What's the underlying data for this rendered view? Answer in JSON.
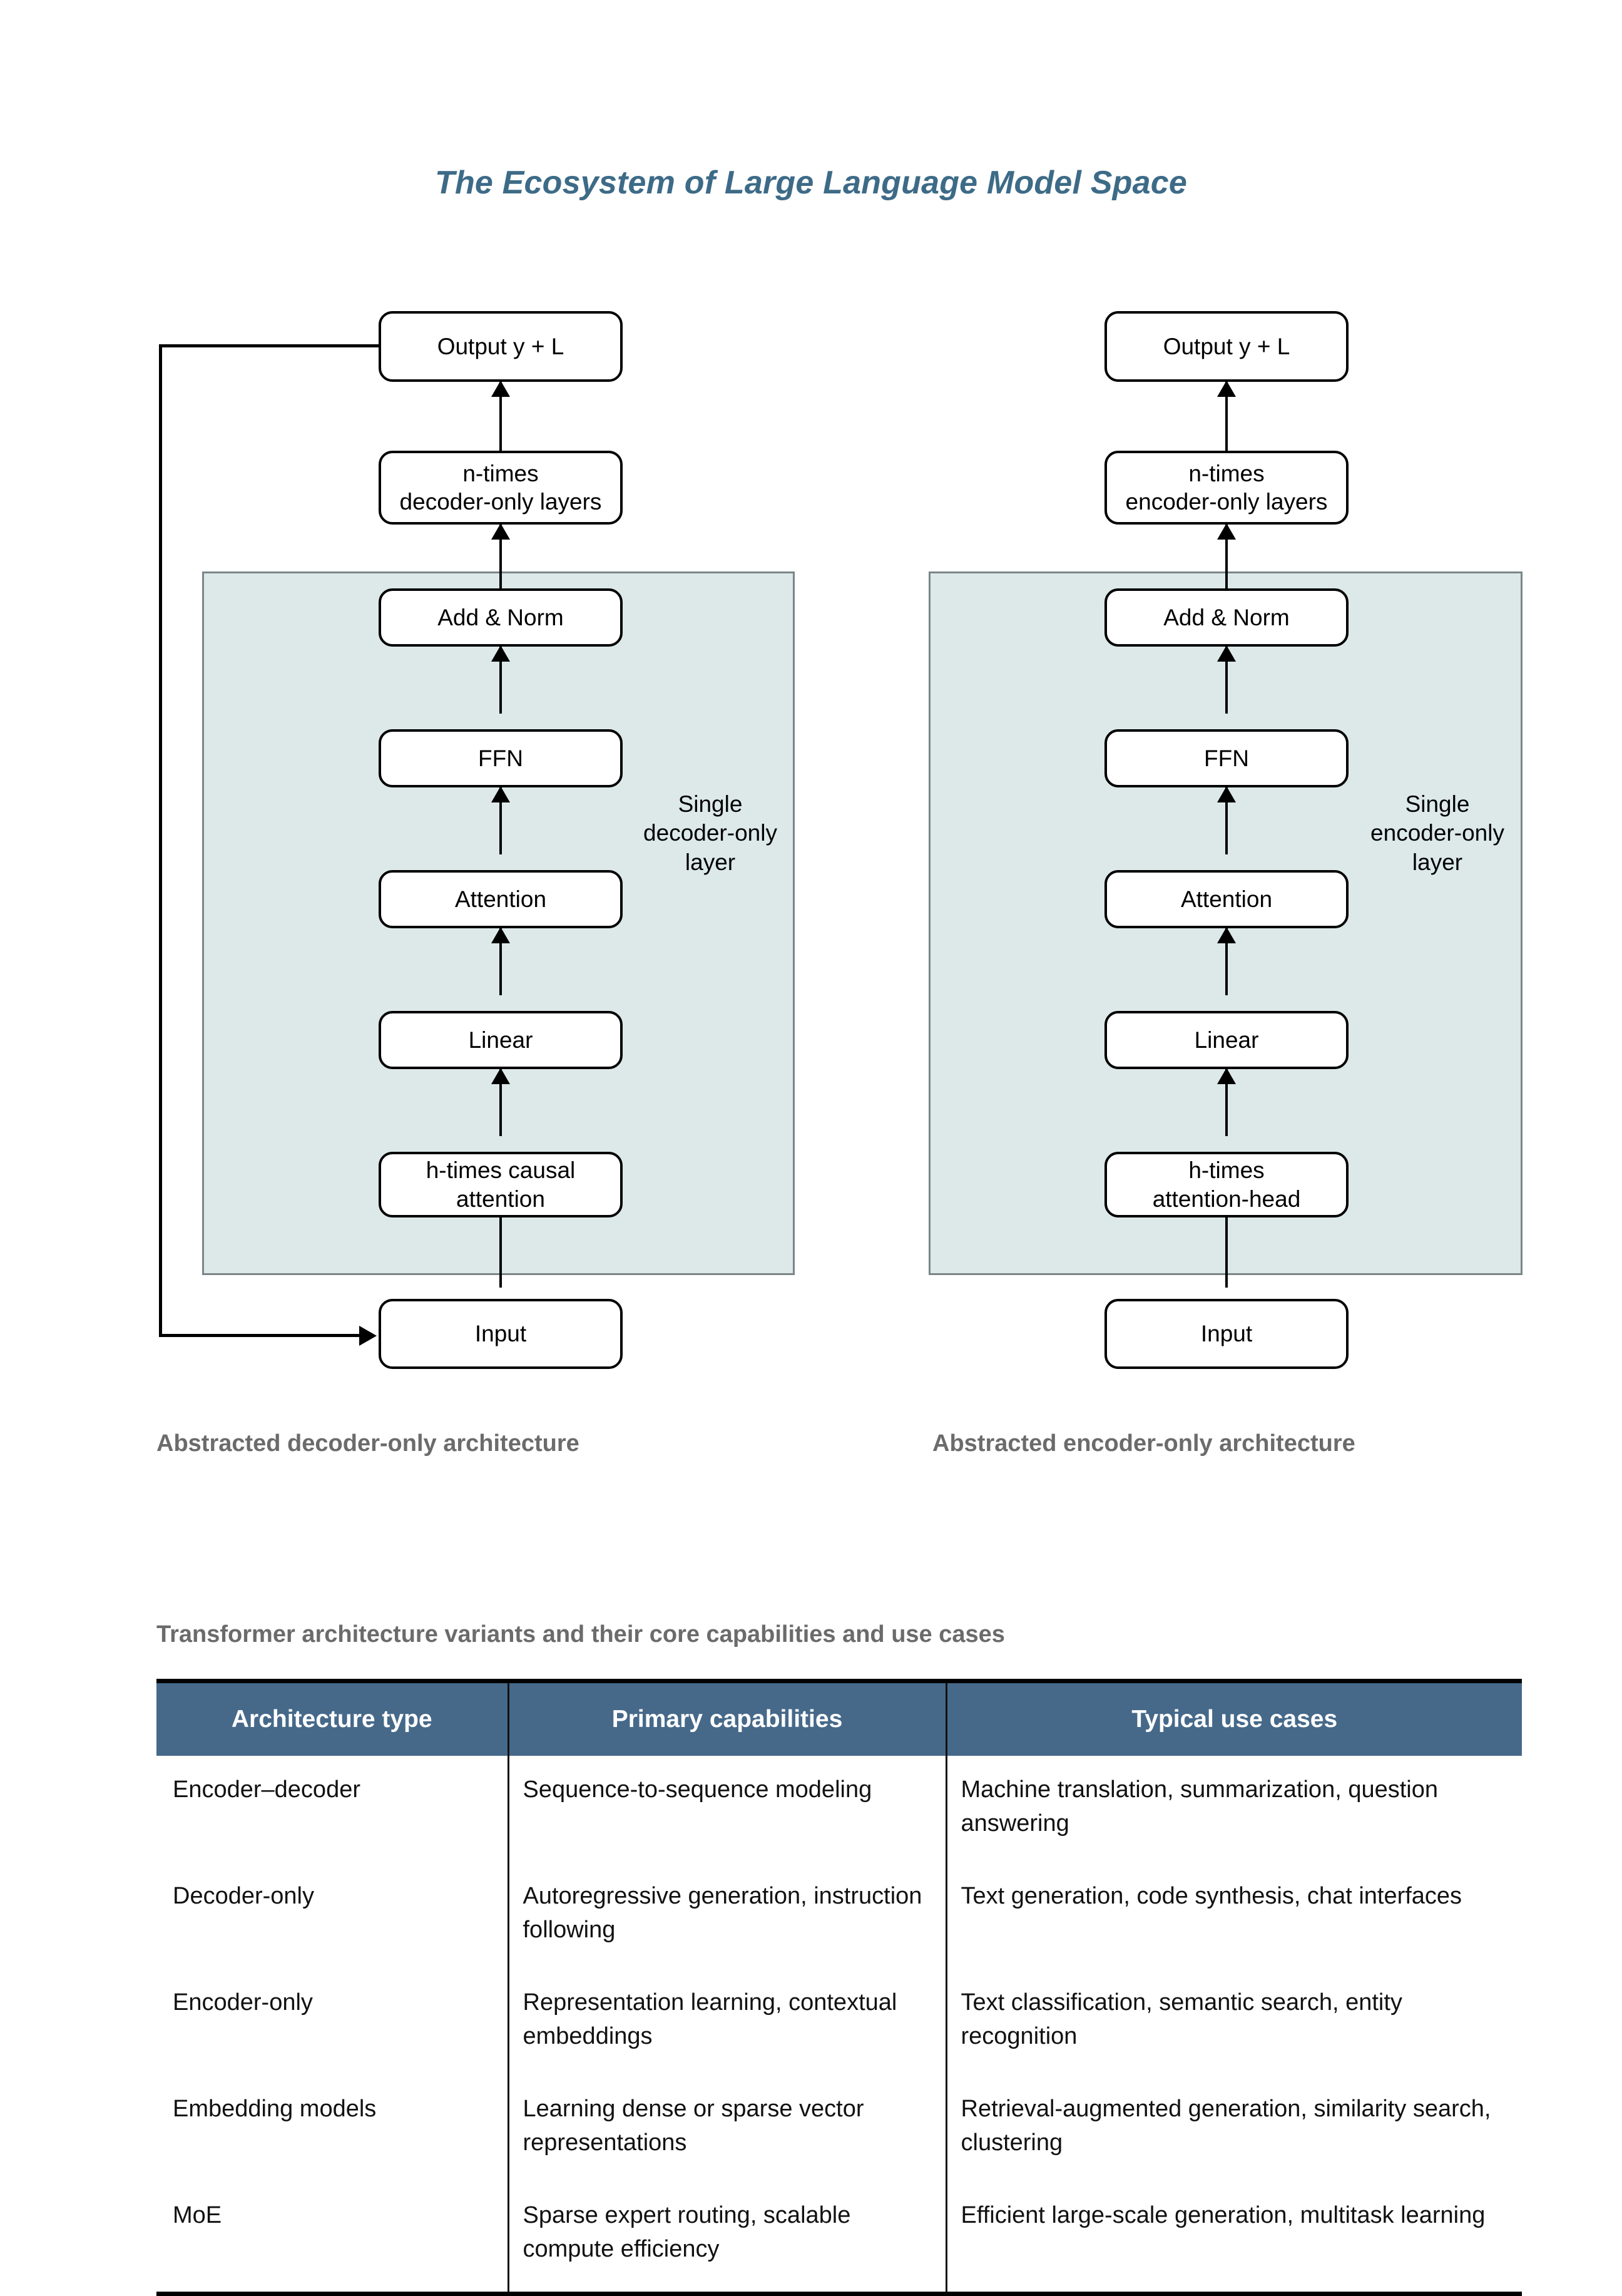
{
  "title": "The Ecosystem of Large Language Model Space",
  "diagrams": [
    {
      "id": "decoder",
      "caption": "Abstracted decoder-only architecture",
      "side_label": "Single\ndecoder-only\nlayer",
      "has_feedback_loop": true,
      "nodes": [
        {
          "name": "output",
          "label": "Output y + L"
        },
        {
          "name": "n-times-layers",
          "label": "n-times\ndecoder-only layers"
        },
        {
          "name": "add-norm",
          "label": "Add & Norm"
        },
        {
          "name": "ffn",
          "label": "FFN"
        },
        {
          "name": "attention",
          "label": "Attention"
        },
        {
          "name": "linear",
          "label": "Linear"
        },
        {
          "name": "attention-head",
          "label": "h-times causal\nattention"
        },
        {
          "name": "input",
          "label": "Input"
        }
      ]
    },
    {
      "id": "encoder",
      "caption": "Abstracted encoder-only architecture",
      "side_label": "Single\nencoder-only\nlayer",
      "has_feedback_loop": false,
      "nodes": [
        {
          "name": "output",
          "label": "Output y + L"
        },
        {
          "name": "n-times-layers",
          "label": "n-times\nencoder-only layers"
        },
        {
          "name": "add-norm",
          "label": "Add & Norm"
        },
        {
          "name": "ffn",
          "label": "FFN"
        },
        {
          "name": "attention",
          "label": "Attention"
        },
        {
          "name": "linear",
          "label": "Linear"
        },
        {
          "name": "attention-head",
          "label": "h-times\nattention-head"
        },
        {
          "name": "input",
          "label": "Input"
        }
      ]
    }
  ],
  "table": {
    "caption": "Transformer architecture variants and their core capabilities and use cases",
    "headers": [
      "Architecture type",
      "Primary capabilities",
      "Typical use cases"
    ],
    "rows": [
      [
        "Encoder–decoder",
        "Sequence-to-sequence modeling",
        "Machine translation, summarization, question answering"
      ],
      [
        "Decoder-only",
        "Autoregressive generation, instruction following",
        "Text generation, code synthesis, chat interfaces"
      ],
      [
        "Encoder-only",
        "Representation learning, contextual embeddings",
        "Text classification, semantic search, entity recognition"
      ],
      [
        "Embedding models",
        "Learning dense or sparse vector representations",
        "Retrieval-augmented generation, similarity search, clustering"
      ],
      [
        "MoE",
        "Sparse expert routing, scalable compute efficiency",
        "Efficient large-scale generation, multitask learning"
      ]
    ]
  },
  "colors": {
    "title": "#3d6b87",
    "panel_fill": "#dde9e9",
    "panel_border": "#7b8588",
    "table_header": "#46698a",
    "caption_gray": "#6b6b6b"
  }
}
